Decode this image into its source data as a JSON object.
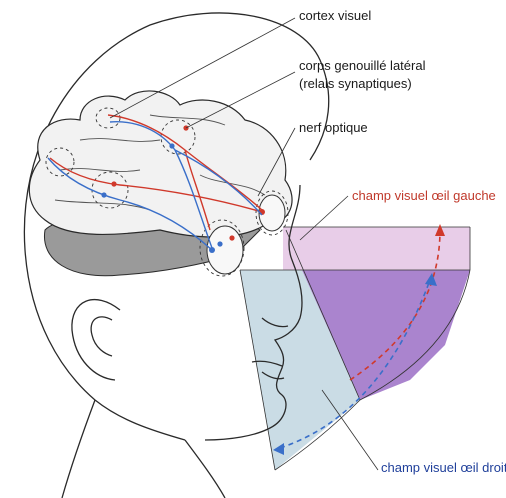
{
  "labels": {
    "cortex": "cortex visuel",
    "lgn_line1": "corps genouillé latéral",
    "lgn_line2": "(relais synaptiques)",
    "optic_nerve": "nerf optique",
    "left_field": "champ visuel œil gauche",
    "right_field": "champ visuel œil droit"
  },
  "colors": {
    "outline": "#2a2a2a",
    "brain_fill": "#f2f2f2",
    "brain_shadow": "#9a9a9a",
    "red_pathway": "#d0392b",
    "blue_pathway": "#3a6fc9",
    "field_pink": "#e6c8e6",
    "field_blue": "#c4d8e2",
    "field_overlap": "#9b6fc6",
    "label_red": "#c0392b",
    "label_blue": "#1f3f9a"
  },
  "icons": [
    "eye-icon",
    "eye-icon"
  ]
}
